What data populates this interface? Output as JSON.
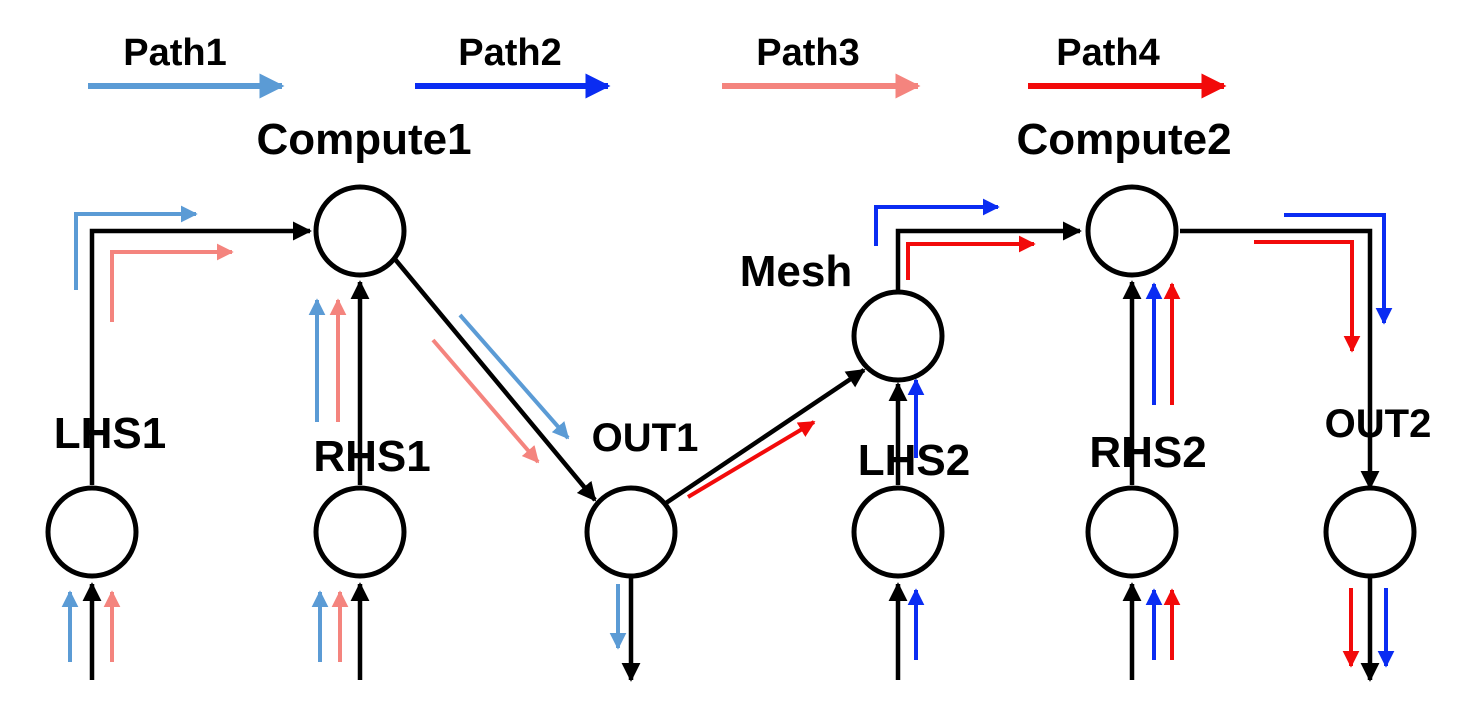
{
  "legend": [
    {
      "label": "Path1",
      "color": "#5B9BD5"
    },
    {
      "label": "Path2",
      "color": "#0A2CF2"
    },
    {
      "label": "Path3",
      "color": "#F4847E"
    },
    {
      "label": "Path4",
      "color": "#F20A0A"
    }
  ],
  "nodes": {
    "compute1": "Compute1",
    "compute2": "Compute2",
    "mesh": "Mesh",
    "lhs1": "LHS1",
    "rhs1": "RHS1",
    "out1": "OUT1",
    "lhs2": "LHS2",
    "rhs2": "RHS2",
    "out2": "OUT2"
  },
  "colors": {
    "edge": "#000000",
    "node_fill": "#ffffff"
  }
}
